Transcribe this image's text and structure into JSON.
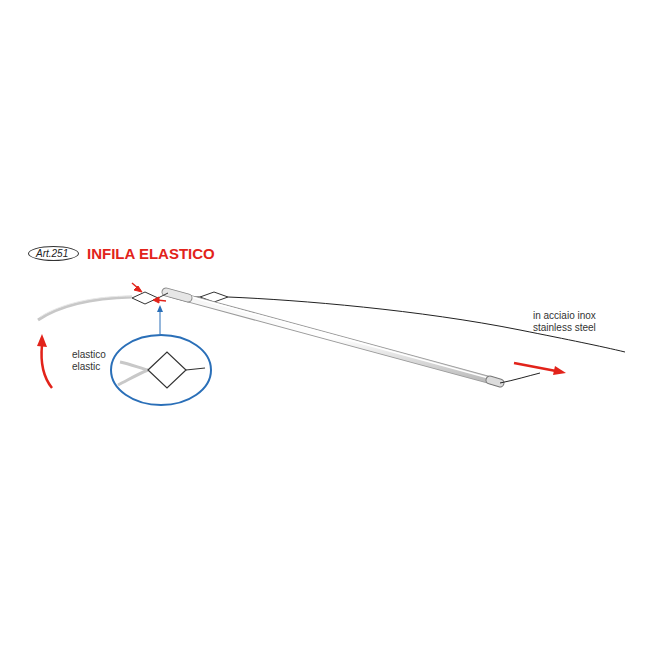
{
  "diagram": {
    "title": "INFILA ELASTICO",
    "nodes": [
      {
        "text": [
          "Art.251"
        ]
      }
    ],
    "edges": [],
    "labels": [
      "elastico",
      "elastic",
      "in acciaio inox",
      "stainless steel"
    ]
  }
}
